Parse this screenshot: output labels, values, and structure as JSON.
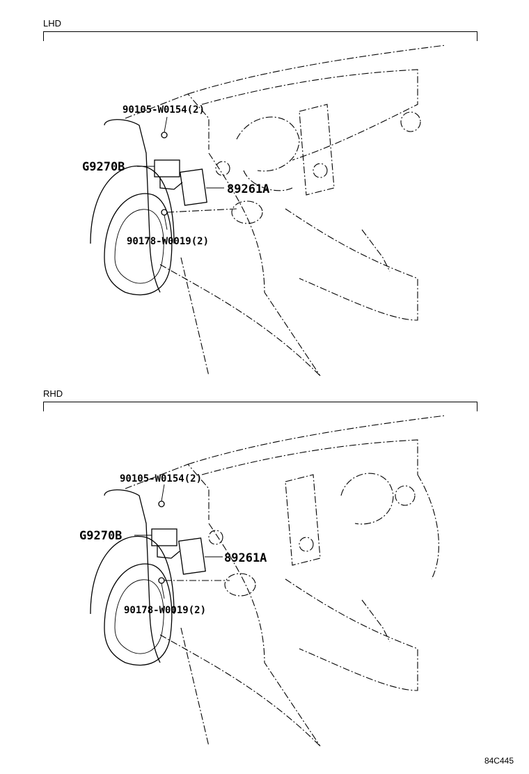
{
  "diagrams": [
    {
      "variant_label": "LHD",
      "parts": {
        "bolt_upper": "90105-W0154(2)",
        "module": "G9270B",
        "ecu": "89261A",
        "bolt_lower": "90178-W0019(2)"
      }
    },
    {
      "variant_label": "RHD",
      "parts": {
        "bolt_upper": "90105-W0154(2)",
        "module": "G9270B",
        "ecu": "89261A",
        "bolt_lower": "90178-W0019(2)"
      }
    }
  ],
  "illustration_code": "84C445"
}
